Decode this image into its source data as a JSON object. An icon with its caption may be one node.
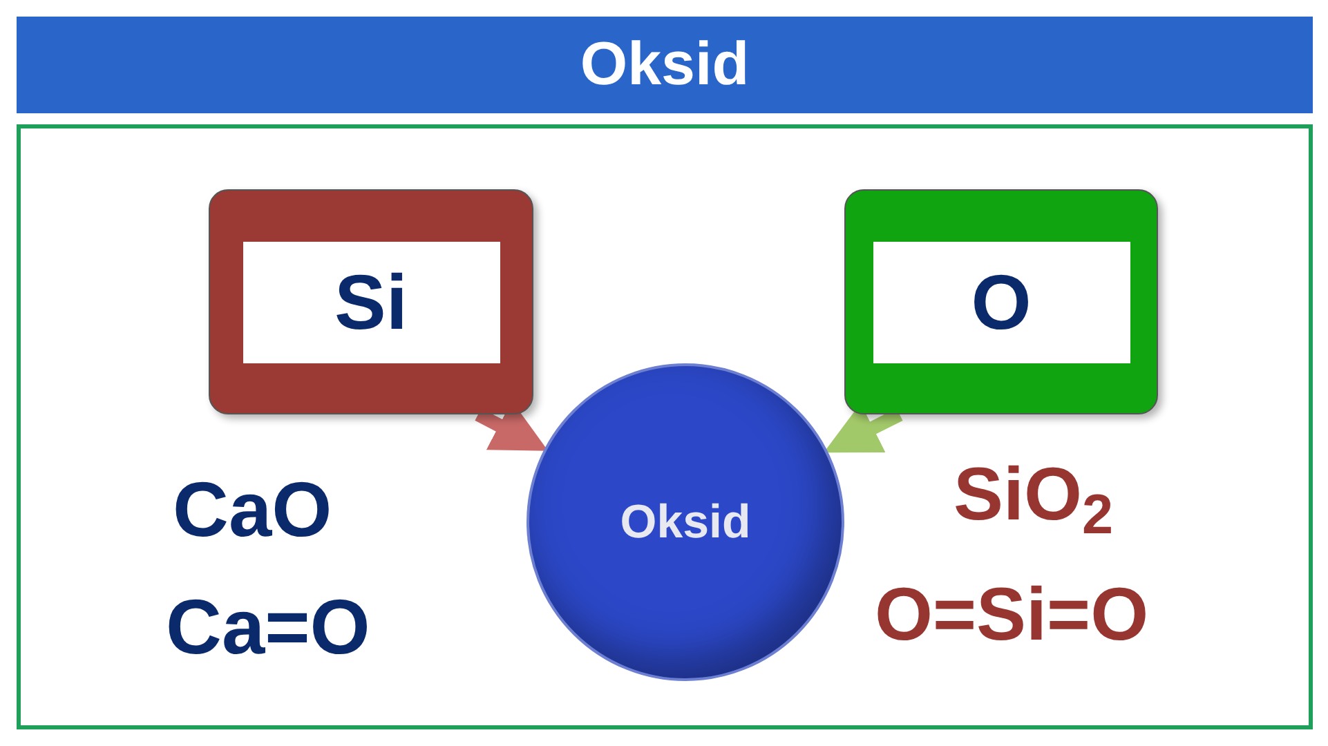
{
  "diagram": {
    "title": "Oksid",
    "nodes": [
      {
        "text": [
          "Si"
        ]
      },
      {
        "text": [
          "O"
        ]
      },
      {
        "text": [
          "Oksid"
        ]
      }
    ],
    "edges": [
      {
        "from": 0,
        "to": 2,
        "arrow": "to",
        "color": "#c0504d"
      },
      {
        "from": 1,
        "to": 2,
        "arrow": "to",
        "color": "#92c050"
      }
    ],
    "labels": [
      "CaO",
      "Ca=O",
      "SiO$_{2}$",
      "O=Si=O"
    ]
  }
}
